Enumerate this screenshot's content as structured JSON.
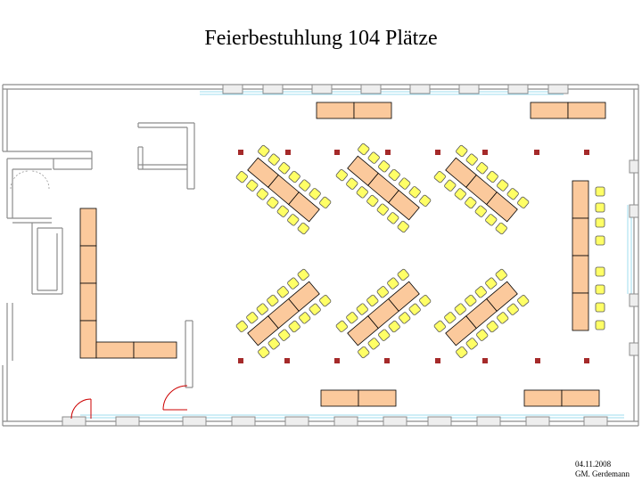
{
  "title": "Feierbestuhlung 104 Plätze",
  "footer": {
    "date": "04.11.2008",
    "author": "GM. Gerdemann"
  },
  "colors": {
    "table_fill": "#fbc99c",
    "chair_fill": "#ffff66",
    "wall": "#8c8c8c",
    "window": "#9fdcef",
    "column": "#a52a2a",
    "door": "#cc0000"
  }
}
